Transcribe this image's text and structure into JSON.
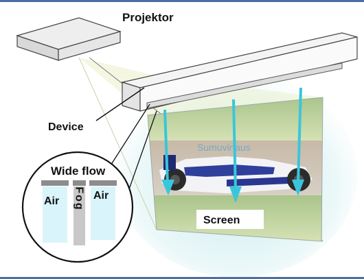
{
  "labels": {
    "projector": "Projektor",
    "device": "Device",
    "wide_flow": "Wide flow",
    "air_left": "Air",
    "fog": "Fog",
    "air_right": "Air",
    "screen": "Screen",
    "watermark": "Sumuvirtaus"
  },
  "colors": {
    "frame_blue": "#4a6fa0",
    "arrow_cyan": "#39c6dc",
    "air_fill": "#d9f4fb",
    "fog_fill": "#c8c8c8",
    "cap_fill": "#8c8c8c"
  }
}
